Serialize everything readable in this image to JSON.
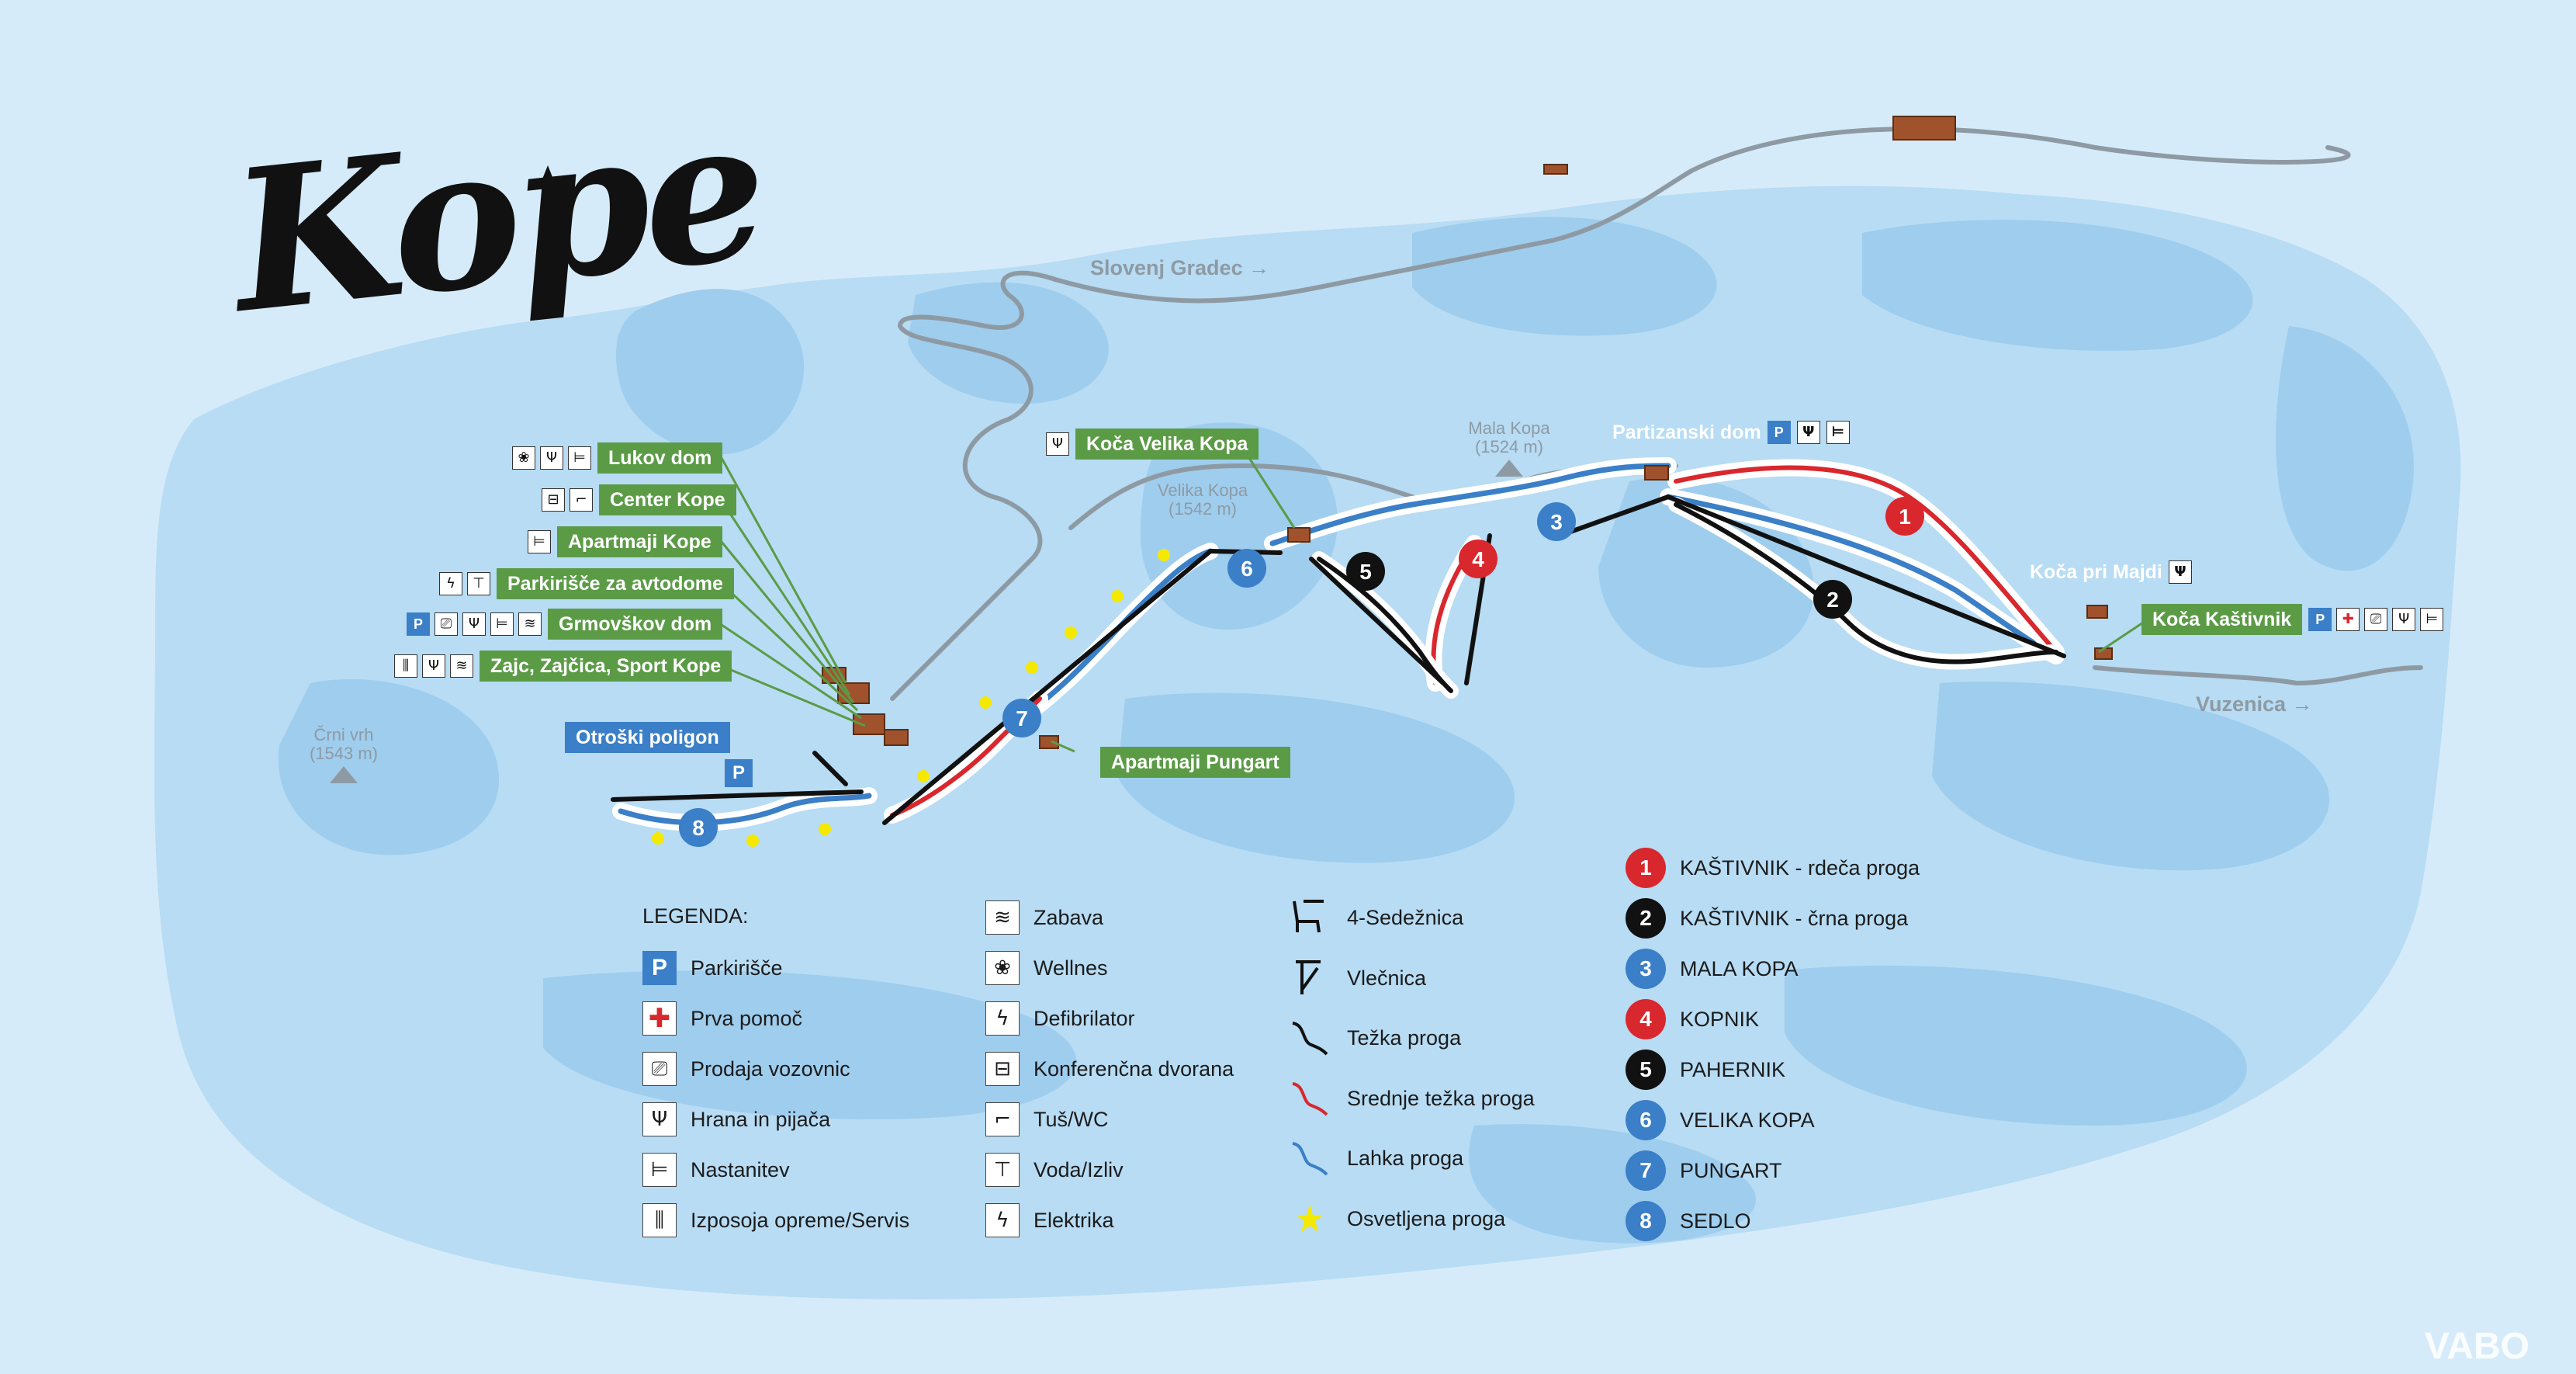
{
  "title": "Kope",
  "colors": {
    "sea": "#d6ebf9",
    "land_light": "#b7dcf4",
    "land_mid": "#9fcdee",
    "easy": "#3a7fc7",
    "medium": "#d9272e",
    "difficult": "#111111",
    "poi_green": "#5b9b46",
    "poi_blue": "#3a7fc7",
    "road": "#8e9aa3",
    "lights": "#f5e900"
  },
  "places": {
    "slovenj_gradec": "Slovenj Gradec",
    "vuzenica": "Vuzenica"
  },
  "peaks": {
    "crni_vrh": {
      "name": "Črni vrh",
      "alt": "(1543 m)"
    },
    "velika_kopa": {
      "name": "Velika Kopa",
      "alt": "(1542 m)"
    },
    "mala_kopa": {
      "name": "Mala Kopa",
      "alt": "(1524 m)"
    }
  },
  "pois": {
    "lukov_dom": {
      "label": "Lukov dom",
      "icons": [
        "wellness-icon",
        "food-icon",
        "bed-icon"
      ]
    },
    "center_kope": {
      "label": "Center Kope",
      "icons": [
        "conference-icon",
        "shower-icon"
      ]
    },
    "apartmaji_kope": {
      "label": "Apartmaji Kope",
      "icons": [
        "bed-icon"
      ]
    },
    "parkirisce_avtodome": {
      "label": "Parkirišče za avtodome",
      "icons": [
        "electric-icon",
        "water-icon"
      ]
    },
    "grmovskov_dom": {
      "label": "Grmovškov dom",
      "icons": [
        "parking-icon",
        "ticket-icon",
        "food-icon",
        "bed-icon",
        "fun-icon"
      ]
    },
    "zajc": {
      "label": "Zajc, Zajčica, Sport Kope",
      "icons": [
        "rental-icon",
        "food-icon",
        "fun-icon"
      ]
    },
    "otroski_poligon": {
      "label": "Otroški poligon"
    },
    "apartmaji_pungart": {
      "label": "Apartmaji Pungart"
    },
    "koca_velika_kopa": {
      "label": "Koča Velika Kopa",
      "icons": [
        "food-icon"
      ]
    },
    "partizanski_dom": {
      "label": "Partizanski  dom",
      "icons": [
        "parking-icon",
        "food-icon",
        "bed-icon"
      ]
    },
    "koca_pri_majdi": {
      "label": "Koča pri Majdi",
      "icons": [
        "food-icon"
      ]
    },
    "koca_kastivnik": {
      "label": "Koča Kaštivnik",
      "icons": [
        "parking-icon",
        "first-aid-icon",
        "ticket-icon",
        "food-icon",
        "bed-icon"
      ]
    }
  },
  "icon_glyphs": {
    "parking-icon": "P",
    "first-aid-icon": "✚",
    "ticket-icon": "⎚",
    "food-icon": "Ψ",
    "bed-icon": "⊨",
    "rental-icon": "⫼",
    "fun-icon": "≋",
    "wellness-icon": "❀",
    "defibrillator-icon": "ϟ",
    "conference-icon": "⊟",
    "shower-icon": "⌐",
    "water-icon": "⊤",
    "electric-icon": "ϟ"
  },
  "legend": {
    "title": "LEGENDA:",
    "amenities": [
      {
        "icon": "parking-icon",
        "label": "Parkirišče"
      },
      {
        "icon": "first-aid-icon",
        "label": "Prva pomoč"
      },
      {
        "icon": "ticket-icon",
        "label": "Prodaja vozovnic"
      },
      {
        "icon": "food-icon",
        "label": "Hrana in pijača"
      },
      {
        "icon": "bed-icon",
        "label": "Nastanitev"
      },
      {
        "icon": "rental-icon",
        "label": "Izposoja opreme/Servis"
      },
      {
        "icon": "fun-icon",
        "label": "Zabava"
      },
      {
        "icon": "wellness-icon",
        "label": "Wellnes"
      },
      {
        "icon": "defibrillator-icon",
        "label": "Defibrilator"
      },
      {
        "icon": "conference-icon",
        "label": "Konferenčna dvorana"
      },
      {
        "icon": "shower-icon",
        "label": "Tuš/WC"
      },
      {
        "icon": "water-icon",
        "label": "Voda/Izliv"
      },
      {
        "icon": "electric-icon",
        "label": "Elektrika"
      }
    ],
    "types": [
      {
        "kind": "chairlift",
        "label": "4-Sedežnica"
      },
      {
        "kind": "draglift",
        "label": "Vlečnica"
      },
      {
        "kind": "difficult",
        "label": "Težka proga"
      },
      {
        "kind": "medium",
        "label": "Srednje težka proga"
      },
      {
        "kind": "easy",
        "label": "Lahka proga"
      },
      {
        "kind": "lit",
        "label": "Osvetljena proga"
      }
    ],
    "runs": [
      {
        "num": "1",
        "color": "#d9272e",
        "label": "KAŠTIVNIK - rdeča proga"
      },
      {
        "num": "2",
        "color": "#111111",
        "label": "KAŠTIVNIK - črna proga"
      },
      {
        "num": "3",
        "color": "#3a7fc7",
        "label": "MALA KOPA"
      },
      {
        "num": "4",
        "color": "#d9272e",
        "label": "KOPNIK"
      },
      {
        "num": "5",
        "color": "#111111",
        "label": "PAHERNIK"
      },
      {
        "num": "6",
        "color": "#3a7fc7",
        "label": "VELIKA KOPA"
      },
      {
        "num": "7",
        "color": "#3a7fc7",
        "label": "PUNGART"
      },
      {
        "num": "8",
        "color": "#3a7fc7",
        "label": "SEDLO"
      }
    ]
  },
  "watermark": "VABO"
}
